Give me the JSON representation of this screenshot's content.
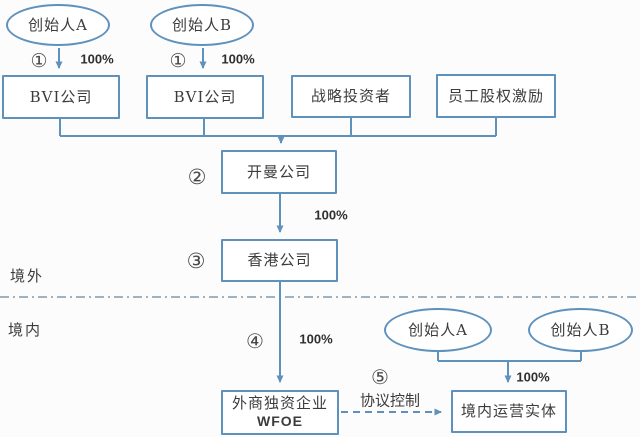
{
  "diagram": {
    "regions": {
      "offshore": "境外",
      "onshore": "境内"
    },
    "nodes": {
      "founder_a_top": "创始人A",
      "founder_b_top": "创始人B",
      "bvi_a": "BVI公司",
      "bvi_b": "BVI公司",
      "strategic_investor": "战略投资者",
      "employee_esop": "员工股权激励",
      "cayman": "开曼公司",
      "hongkong": "香港公司",
      "wfoe_line1": "外商独资企业",
      "wfoe_line2": "WFOE",
      "domestic_entity": "境内运营实体",
      "founder_a_bottom": "创始人A",
      "founder_b_bottom": "创始人B"
    },
    "step_markers": {
      "step1_a": "①",
      "step1_b": "①",
      "step2": "②",
      "step3": "③",
      "step4": "④",
      "step5": "⑤"
    },
    "ownership_labels": {
      "founder_a_bvi": "100%",
      "founder_b_bvi": "100%",
      "cayman_hongkong": "100%",
      "hongkong_wfoe": "100%",
      "founders_domestic": "100%"
    },
    "edge_labels": {
      "vie_control": "协议控制"
    },
    "colors": {
      "line": "#5e92bd",
      "divider": "#7e99ad",
      "text": "#3c3c3c",
      "background": "#fcfcfc"
    }
  }
}
